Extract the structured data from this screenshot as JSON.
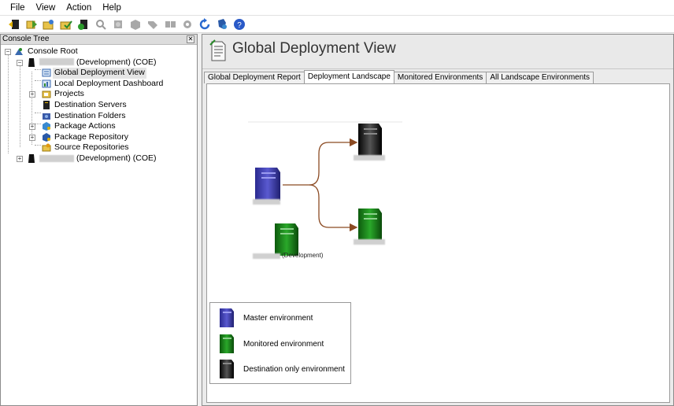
{
  "menu": [
    "File",
    "View",
    "Action",
    "Help"
  ],
  "toolbar_icons": [
    "back-icon",
    "forward-icon",
    "open-folder-icon",
    "check-out-icon",
    "deploy-icon",
    "search-icon",
    "rollback-icon",
    "package-icon",
    "tags-icon",
    "sync-icon",
    "settings-icon",
    "refresh-icon",
    "shield-icon",
    "help-icon"
  ],
  "console_tree": {
    "header": "Console Tree",
    "close_glyph": "✕",
    "root": "Console Root",
    "server1": "(Development) (COE)",
    "items": [
      "Global Deployment View",
      "Local Deployment Dashboard",
      "Projects",
      "Destination Servers",
      "Destination Folders",
      "Package Actions",
      "Package Repository",
      "Source Repositories"
    ],
    "server2": "(Development) (COE)"
  },
  "view": {
    "title": "Global Deployment View",
    "tabs": [
      "Global Deployment Report",
      "Deployment Landscape",
      "Monitored Environments",
      "All Landscape Environments"
    ],
    "active_tab": 1
  },
  "landscape": {
    "monitored_node_label": "(Development)"
  },
  "legend": {
    "items": [
      {
        "label": "Master environment",
        "color": "#3a3aa8"
      },
      {
        "label": "Monitored environment",
        "color": "#1d8a1d"
      },
      {
        "label": "Destination only  environment",
        "color": "#1a1a1a"
      }
    ]
  },
  "colors": {
    "master": "#3a3aa8",
    "monitored": "#1d8a1d",
    "destination": "#1a1a1a",
    "connector": "#8b4a22"
  }
}
